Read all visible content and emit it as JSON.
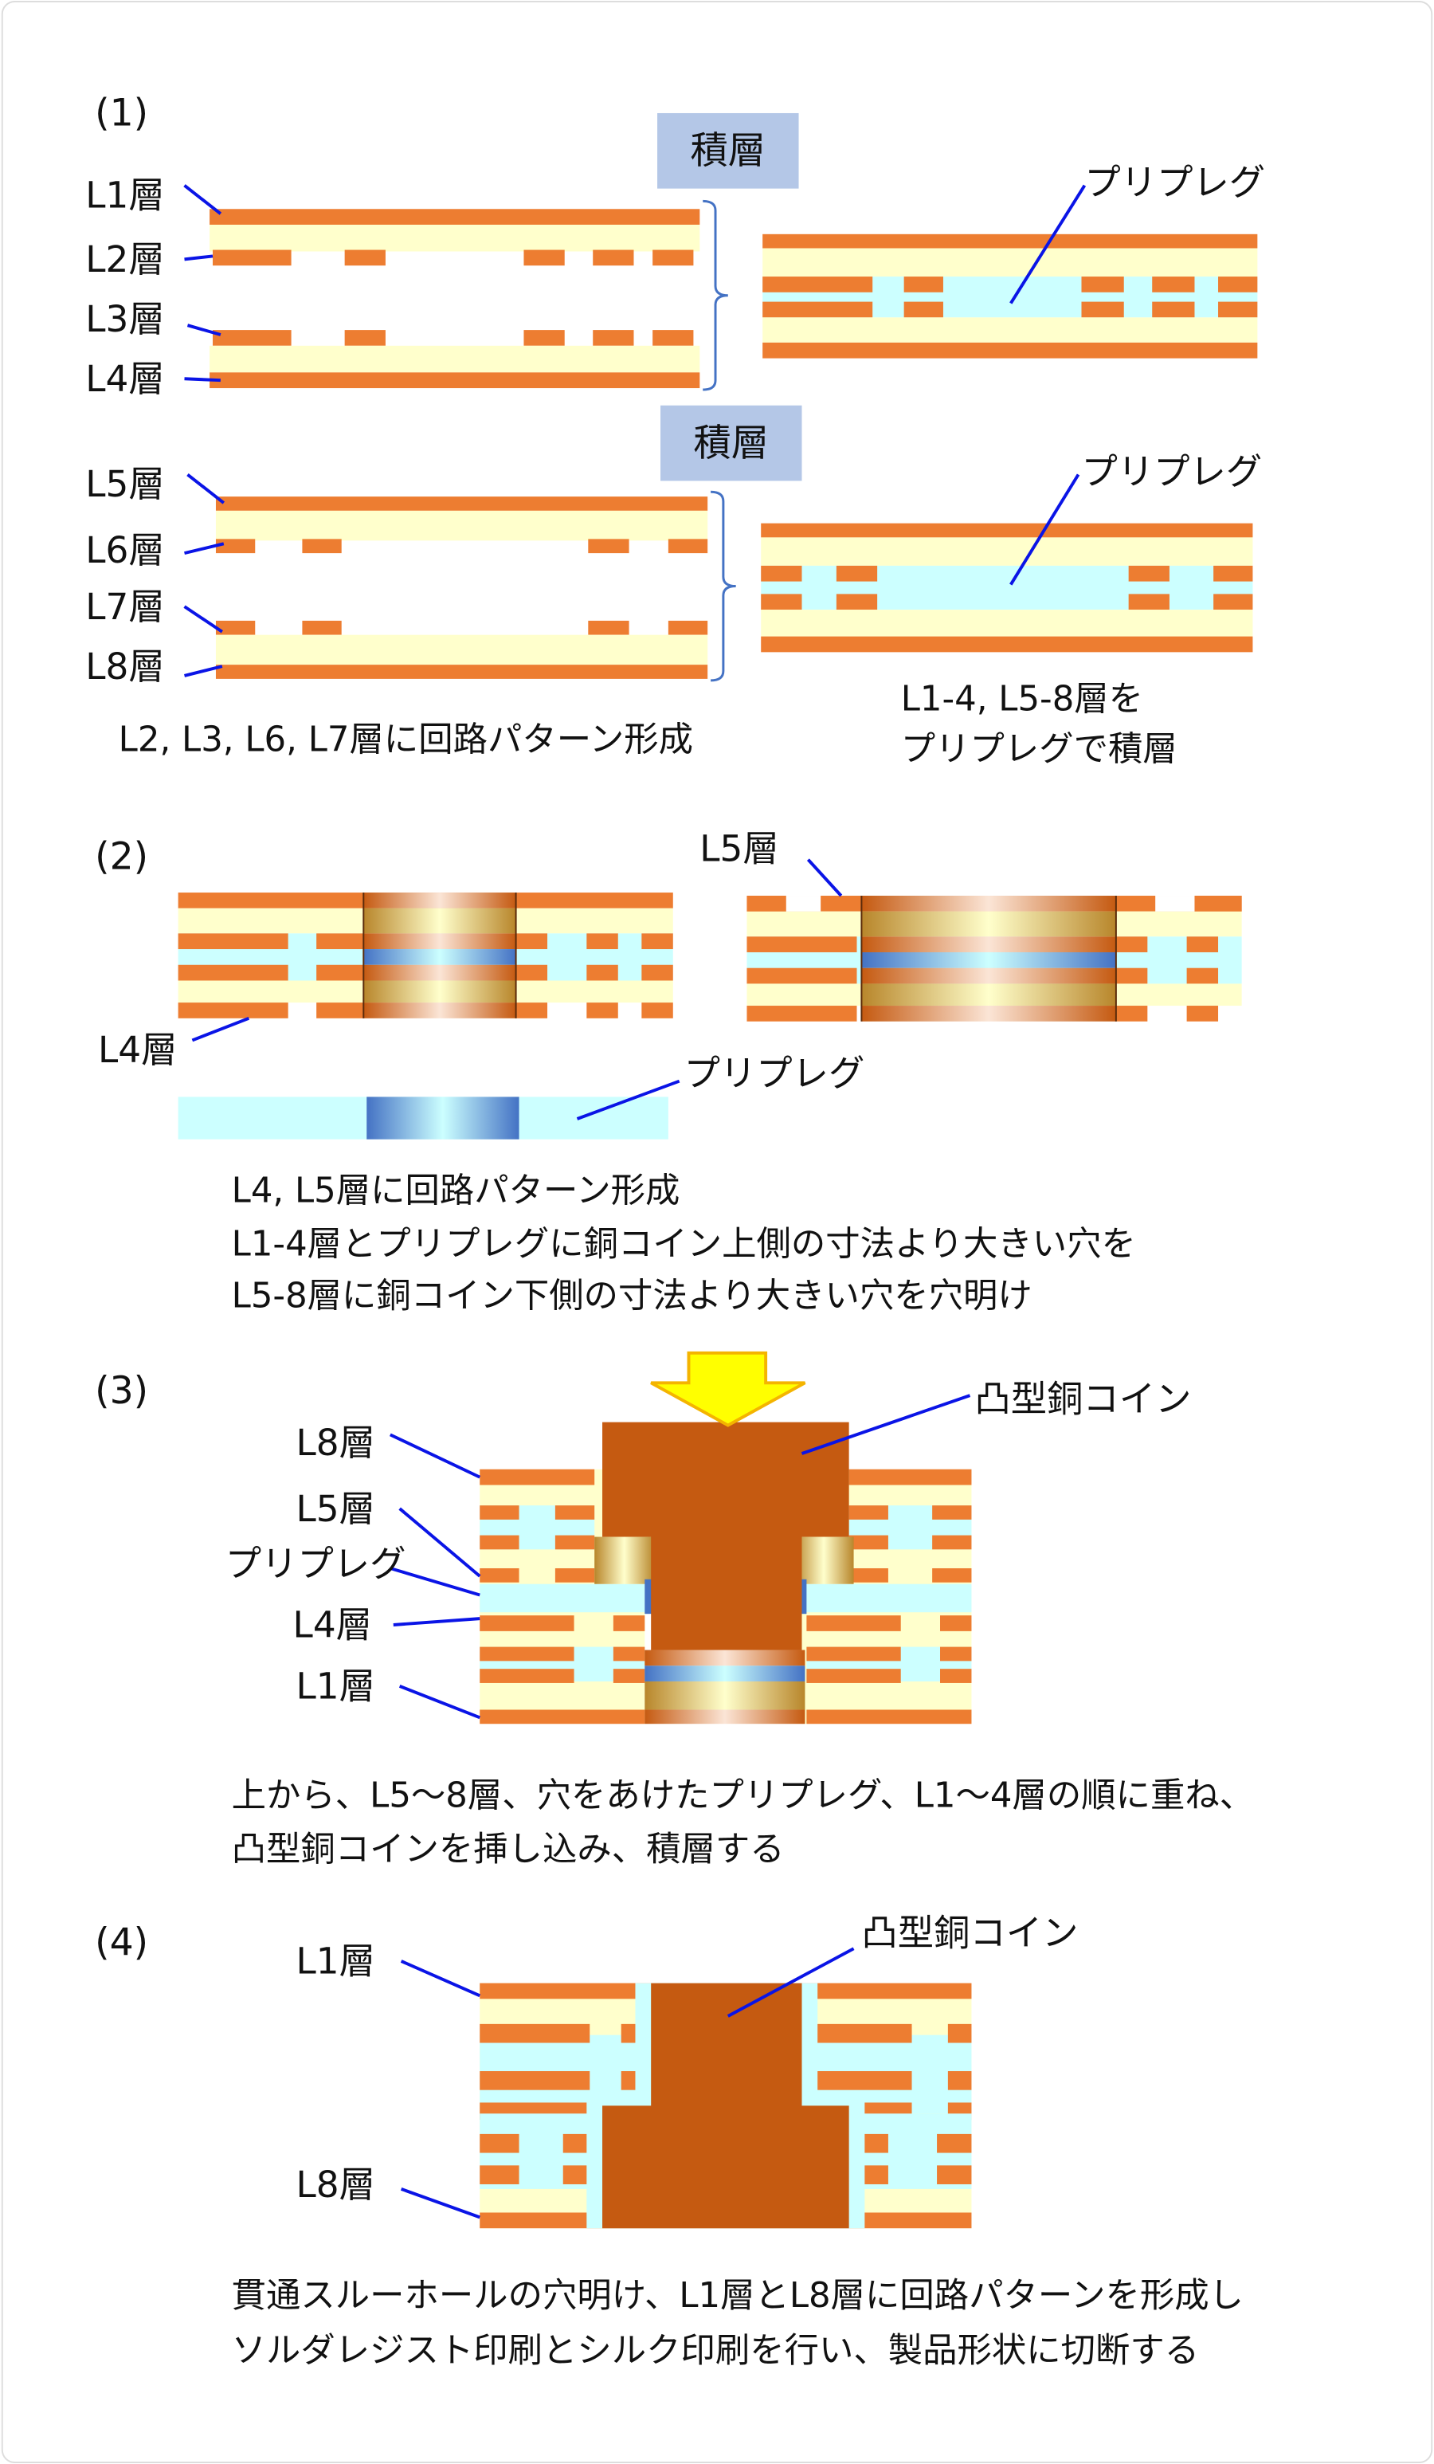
{
  "colors": {
    "copper_trace": "#ED7D31",
    "core": "#FFFFCC",
    "prepreg": "#CCFFFF",
    "coin": "#C55A11",
    "leader": "#0A14E6",
    "stack_box": "#B4C7E7",
    "arrow": "#FFFF00"
  },
  "step1": {
    "number": "(1)",
    "layers_top": [
      "L1層",
      "L2層",
      "L3層",
      "L4層"
    ],
    "layers_bottom": [
      "L5層",
      "L6層",
      "L7層",
      "L8層"
    ],
    "stack_label_1": "積層",
    "stack_label_2": "積層",
    "prepreg_1": "プリプレグ",
    "prepreg_2": "プリプレグ",
    "caption_left": "L2, L3, L6, L7層に回路パターン形成",
    "caption_right_1": "L1-4, L5-8層を",
    "caption_right_2": "プリプレグで積層"
  },
  "step2": {
    "number": "(2)",
    "label_l5": "L5層",
    "label_l4": "L4層",
    "prepreg": "プリプレグ",
    "caption": [
      "L4, L5層に回路パターン形成",
      "L1-4層とプリプレグに銅コイン上側の寸法より大きい穴を",
      "L5-8層に銅コイン下側の寸法より大きい穴を穴明け"
    ]
  },
  "step3": {
    "number": "(3)",
    "coin": "凸型銅コイン",
    "labels": [
      "L8層",
      "L5層",
      "プリプレグ",
      "L4層",
      "L1層"
    ],
    "caption": [
      "上から、L5～8層、穴をあけたプリプレグ、L1～4層の順に重ね、",
      "凸型銅コインを挿し込み、積層する"
    ]
  },
  "step4": {
    "number": "(4)",
    "coin": "凸型銅コイン",
    "label_l1": "L1層",
    "label_l8": "L8層",
    "caption": [
      "貫通スルーホールの穴明け、L1層とL8層に回路パターンを形成し",
      "ソルダレジスト印刷とシルク印刷を行い、製品形状に切断する"
    ]
  }
}
